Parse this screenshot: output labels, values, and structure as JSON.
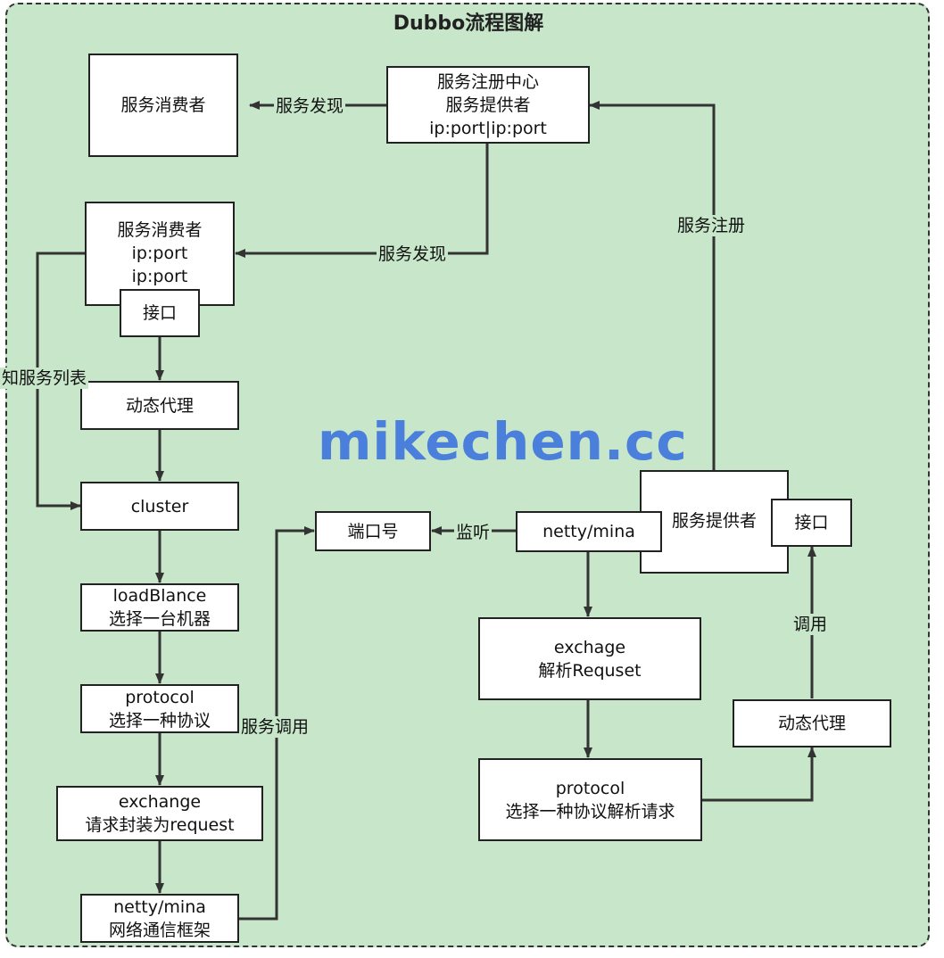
{
  "title": "Dubbo流程图解",
  "watermark": "mikechen.cc",
  "consumer_top": "服务消费者",
  "registry": {
    "line1": "服务注册中心",
    "line2": "服务提供者",
    "line3": "ip:port|ip:port"
  },
  "consumer": {
    "line1": "服务消费者",
    "line2": "ip:port",
    "line3": "ip:port"
  },
  "consumer_interface": "接口",
  "consumer_proxy": "动态代理",
  "cluster": "cluster",
  "loadbalance": {
    "line1": "loadBlance",
    "line2": "选择一台机器"
  },
  "protocol_left": {
    "line1": "protocol",
    "line2": "选择一种协议"
  },
  "exchange_left": {
    "line1": "exchange",
    "line2": "请求封装为request"
  },
  "netty_left": {
    "line1": "netty/mina",
    "line2": "网络通信框架"
  },
  "port": "端口号",
  "netty_right": "netty/mina",
  "provider": "服务提供者",
  "provider_interface": "接口",
  "exchange_right": {
    "line1": "exchage",
    "line2": "解析Requset"
  },
  "protocol_right": {
    "line1": "protocol",
    "line2": "选择一种协议解析请求"
  },
  "provider_proxy": "动态代理",
  "labels": {
    "discover_top": "服务发现",
    "discover_mid": "服务发现",
    "register": "服务注册",
    "know_list": "知服务列表",
    "invoke": "服务调用",
    "listen": "监听",
    "call": "调用"
  }
}
